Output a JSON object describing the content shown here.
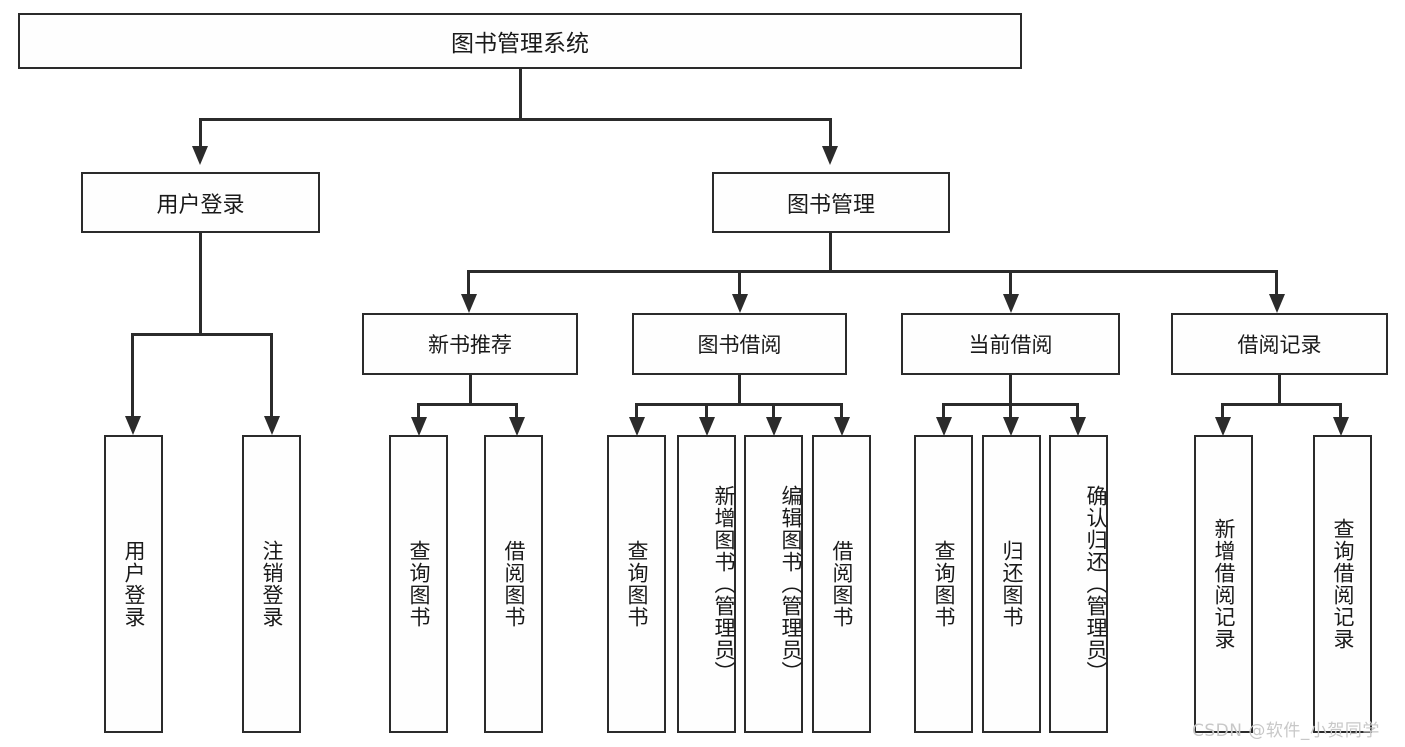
{
  "diagram": {
    "title": "图书管理系统",
    "root": {
      "label": "图书管理系统"
    },
    "level2": [
      {
        "label": "用户登录"
      },
      {
        "label": "图书管理"
      }
    ],
    "level3": [
      {
        "label": "新书推荐"
      },
      {
        "label": "图书借阅"
      },
      {
        "label": "当前借阅"
      },
      {
        "label": "借阅记录"
      }
    ],
    "leaves": [
      {
        "label": "用户登录",
        "parent": "用户登录"
      },
      {
        "label": "注销登录",
        "parent": "用户登录"
      },
      {
        "label": "查询图书",
        "parent": "新书推荐"
      },
      {
        "label": "借阅图书",
        "parent": "新书推荐"
      },
      {
        "label": "查询图书",
        "parent": "图书借阅"
      },
      {
        "label": "新增图书（管理员）",
        "parent": "图书借阅"
      },
      {
        "label": "编辑图书（管理员）",
        "parent": "图书借阅"
      },
      {
        "label": "借阅图书",
        "parent": "图书借阅"
      },
      {
        "label": "查询图书",
        "parent": "当前借阅"
      },
      {
        "label": "归还图书",
        "parent": "当前借阅"
      },
      {
        "label": "确认归还（管理员）",
        "parent": "当前借阅"
      },
      {
        "label": "新增借阅记录",
        "parent": "借阅记录"
      },
      {
        "label": "查询借阅记录",
        "parent": "借阅记录"
      }
    ]
  },
  "watermark": {
    "text": "CSDN @软件_小贺同学"
  },
  "colors": {
    "stroke": "#2b2b2b",
    "fill": "#fefefe",
    "text": "#1a1a1a",
    "watermark": "#c8c8c8"
  }
}
